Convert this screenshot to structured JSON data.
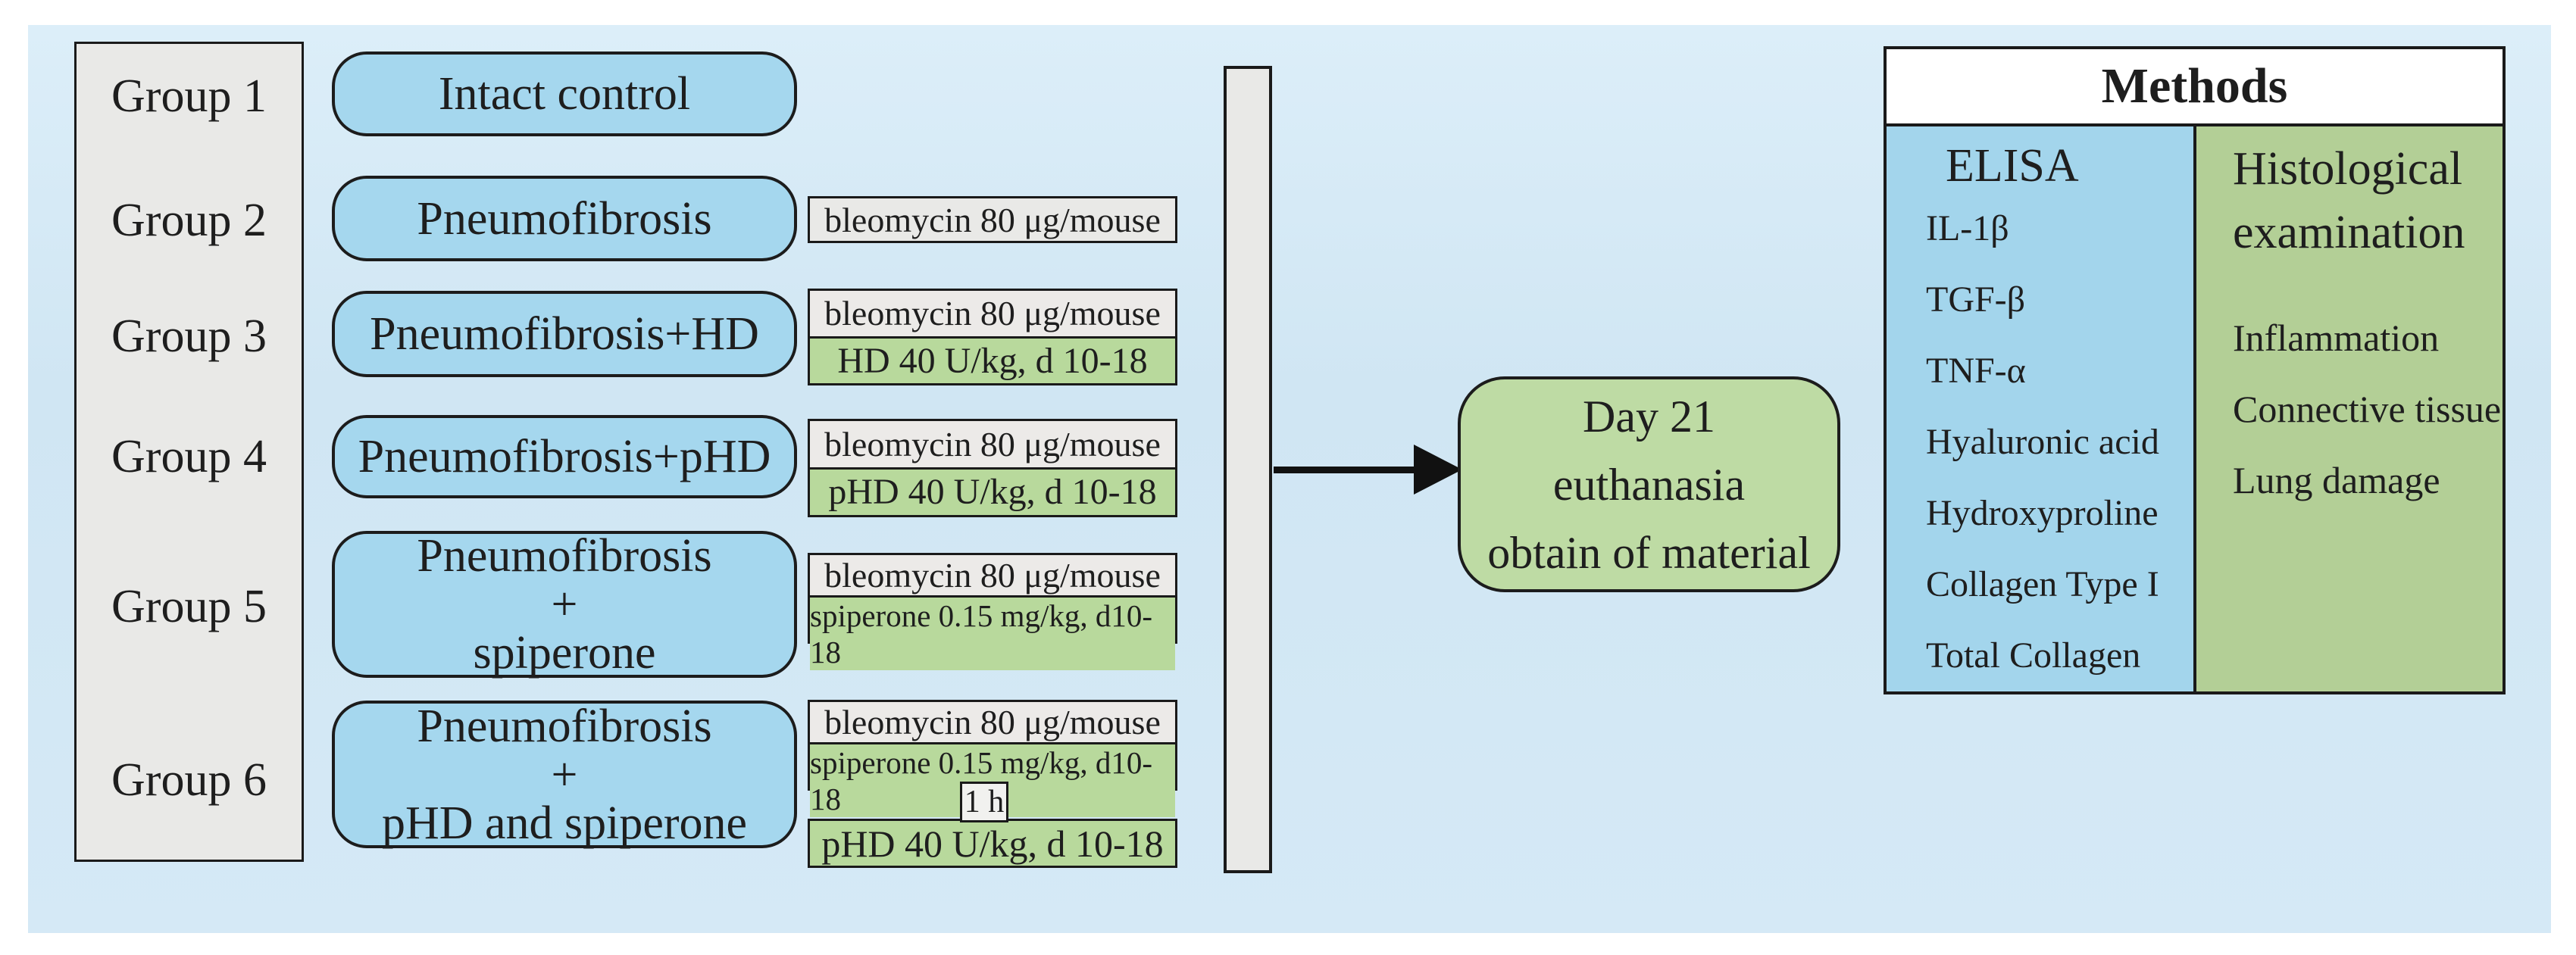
{
  "figure": {
    "description": "Experimental design diagram: mouse groups, treatments, endpoint and methods"
  },
  "groups": [
    {
      "label": "Group 1",
      "box_lines": [
        "Intact control"
      ]
    },
    {
      "label": "Group 2",
      "box_lines": [
        "Pneumofibrosis"
      ],
      "bleomycin": "bleomycin 80 μg/mouse"
    },
    {
      "label": "Group 3",
      "box_lines": [
        "Pneumofibrosis+HD"
      ],
      "bleomycin": "bleomycin 80 μg/mouse",
      "drug": "HD 40 U/kg, d 10-18"
    },
    {
      "label": "Group 4",
      "box_lines": [
        "Pneumofibrosis+pHD"
      ],
      "bleomycin": "bleomycin 80 μg/mouse",
      "drug": "pHD 40 U/kg, d 10-18"
    },
    {
      "label": "Group 5",
      "box_lines": [
        "Pneumofibrosis",
        "+",
        "spiperone"
      ],
      "bleomycin": "bleomycin 80 μg/mouse",
      "drug": "spiperone 0.15 mg/kg, d10-18"
    },
    {
      "label": "Group 6",
      "box_lines": [
        "Pneumofibrosis",
        "+",
        "pHD and spiperone"
      ],
      "bleomycin": "bleomycin 80 μg/mouse",
      "drug": "spiperone 0.15 mg/kg, d10-18",
      "delay": "1 h",
      "drug2": "pHD 40 U/kg, d 10-18"
    }
  ],
  "endpoint": {
    "lines": [
      "Day 21",
      "euthanasia",
      "obtain of material"
    ]
  },
  "methods": {
    "title": "Methods",
    "elisa_title": "ELISA",
    "elisa_items": [
      "IL-1β",
      "TGF-β",
      "TNF-α",
      "Hyaluronic acid",
      "Hydroxyproline",
      "Collagen Type I",
      "Total Collagen"
    ],
    "histology_title_lines": [
      "Histological",
      "examination"
    ],
    "histology_items": [
      "Inflammation",
      "Connective tissue",
      "Lung damage"
    ]
  },
  "colors": {
    "background": "#ffffff",
    "panel_blue": "#d4e8f5",
    "box_blue": "#a5d7ee",
    "box_green": "#b8d99c",
    "box_grey": "#e9e9e7",
    "endpoint_green": "#bedba4",
    "methods_elisa_blue": "#a3d5ec",
    "methods_histology_green": "#b3cf96",
    "border": "#1a1a1a"
  }
}
